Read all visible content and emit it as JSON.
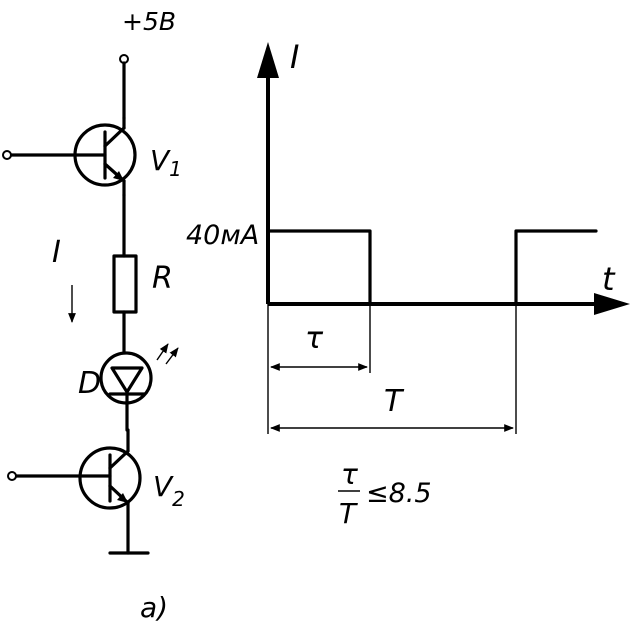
{
  "circuit": {
    "supply_label": "+5B",
    "transistor_top_label": "V",
    "transistor_top_sub": "1",
    "current_label": "I",
    "resistor_label": "R",
    "diode_label": "D",
    "transistor_bottom_label": "V",
    "transistor_bottom_sub": "2",
    "caption": "a)"
  },
  "waveform": {
    "y_axis_label": "I",
    "x_axis_label": "t",
    "amplitude_label": "40мA",
    "pulse_width_label": "τ",
    "period_label": "T",
    "ratio_numerator": "τ",
    "ratio_denominator": "T",
    "ratio_condition": "≤8.5"
  }
}
